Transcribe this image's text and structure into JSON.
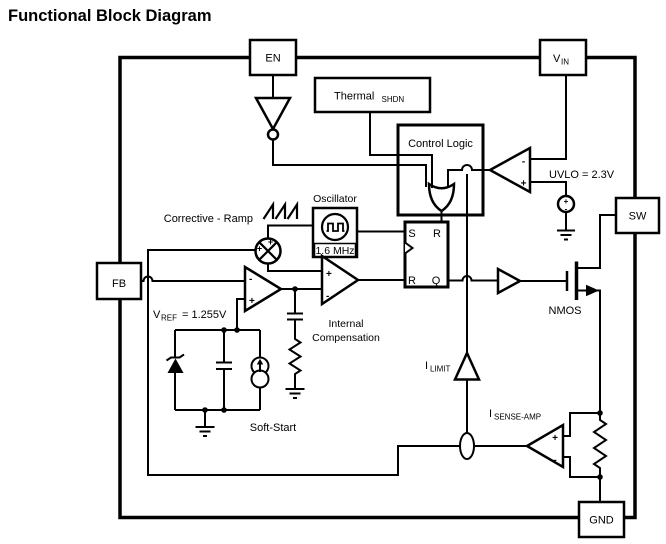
{
  "title": "Functional Block Diagram",
  "pins": {
    "en": "EN",
    "vin_main": "V",
    "vin_sub": "IN",
    "sw": "SW",
    "gnd": "GND",
    "fb": "FB"
  },
  "labels": {
    "thermal_main": "Thermal",
    "thermal_sub": "SHDN",
    "control_logic": "Control Logic",
    "uvlo": "UVLO = 2.3V",
    "oscillator": "Oscillator",
    "osc_freq": "1.6 MHz",
    "corrective_ramp": "Corrective - Ramp",
    "vref_main": "V",
    "vref_sub": "REF",
    "vref_value": "= 1.255V",
    "internal_comp_line1": "Internal",
    "internal_comp_line2": "Compensation",
    "soft_start": "Soft-Start",
    "nmos": "NMOS",
    "ilimit_main": "I",
    "ilimit_sub": "LIMIT",
    "isense_main": "I",
    "isense_sub": "SENSE-AMP"
  },
  "flipflop": {
    "s": "S",
    "r_top": "R",
    "r_bot": "R",
    "q": "Q"
  },
  "sym": {
    "plus": "+",
    "minus": "-"
  },
  "colors": {
    "line": "#000000",
    "bg": "#ffffff"
  }
}
